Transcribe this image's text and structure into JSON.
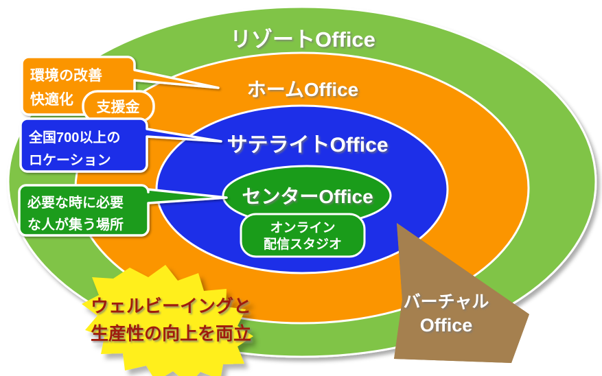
{
  "diagram": {
    "title_alt": "Office concentric rings diagram",
    "rings": [
      {
        "id": "resort",
        "label": "リゾートOffice",
        "color": "#80c446",
        "label_color": "#ffffff"
      },
      {
        "id": "home",
        "label": "ホームOffice",
        "color": "#fb9500",
        "label_color": "#ffffff"
      },
      {
        "id": "satellite",
        "label": "サテライトOffice",
        "color": "#1d2fe8",
        "label_color": "#ffffff"
      },
      {
        "id": "center",
        "label": "センターOffice",
        "color": "#1a9c1a",
        "label_color": "#ffffff"
      }
    ],
    "center_badge": {
      "id": "online-studio",
      "line1": "オンライン",
      "line2": "配信スタジオ",
      "color": "#1a9c1a",
      "border_color": "#ffffff"
    },
    "callouts": [
      {
        "id": "environment",
        "line1": "環境の改善",
        "line2": "快適化",
        "color": "#fb9500",
        "border_color": "#ffffff",
        "text_color": "#ffffff",
        "pill": {
          "id": "subsidy",
          "label": "支援金",
          "color": "#fb9500",
          "border_color": "#ffffff"
        }
      },
      {
        "id": "locations",
        "line1": "全国700以上の",
        "line2": "ロケーション",
        "color": "#1d2fe8",
        "border_color": "#ffffff",
        "text_color": "#ffffff",
        "pill": null
      },
      {
        "id": "gathering-place",
        "line1": "必要な時に必要",
        "line2": "な人が集う場所",
        "color": "#1a9c1a",
        "border_color": "#ffffff",
        "text_color": "#ffffff",
        "pill": null
      }
    ],
    "starburst": {
      "id": "wellbeing-burst",
      "line1": "ウェルビーイングと",
      "line2": "生産性の向上を両立",
      "fill": "#ffef1a",
      "text_color": "#9e1a10"
    },
    "virtual": {
      "id": "virtual-office",
      "line1": "バーチャル",
      "line2": "Office",
      "fill": "#a5804f",
      "text_color": "#ffffff"
    }
  }
}
